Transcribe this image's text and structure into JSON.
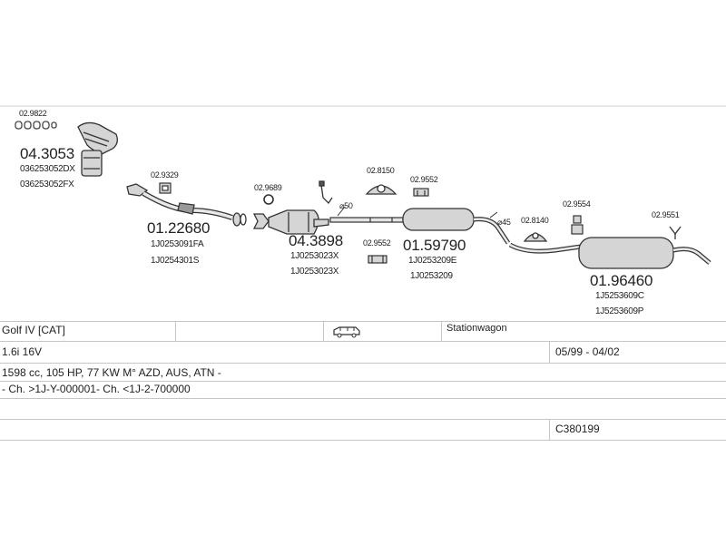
{
  "diagram": {
    "parts": [
      {
        "id": "p1",
        "main": "04.3053",
        "refs": [
          "036253052DX",
          "036253052FX"
        ]
      },
      {
        "id": "p2",
        "main": "01.22680",
        "refs": [
          "1J0253091FA",
          "1J0254301S"
        ]
      },
      {
        "id": "p3",
        "main": "04.3898",
        "refs": [
          "1J0253023X",
          "1J0253023X"
        ]
      },
      {
        "id": "p4",
        "main": "01.59790",
        "refs": [
          "1J0253209E",
          "1J0253209"
        ]
      },
      {
        "id": "p5",
        "main": "01.96460",
        "refs": [
          "1J5253609C",
          "1J5253609P"
        ]
      }
    ],
    "accessories": {
      "a1": "02.9822",
      "a2": "02.9329",
      "a3": "02.9689",
      "a4": "02.8150",
      "a5": "02.9552",
      "a6": "02.9552",
      "a7": "02.8140",
      "a8": "02.9554",
      "a9": "02.9551"
    },
    "diameters": {
      "d1": "⌀50",
      "d2": "⌀45"
    }
  },
  "info_table": {
    "model": "Golf IV  [CAT]",
    "body_type": "Stationwagon",
    "body_icon": "car-icon",
    "engine": "1.6i 16V",
    "years": "05/99 - 04/02",
    "specs": "1598 cc, 105 HP, 77 KW M° AZD, AUS, ATN -",
    "chassis": "- Ch. >1J-Y-000001- Ch. <1J-2-700000",
    "code": "C380199"
  }
}
